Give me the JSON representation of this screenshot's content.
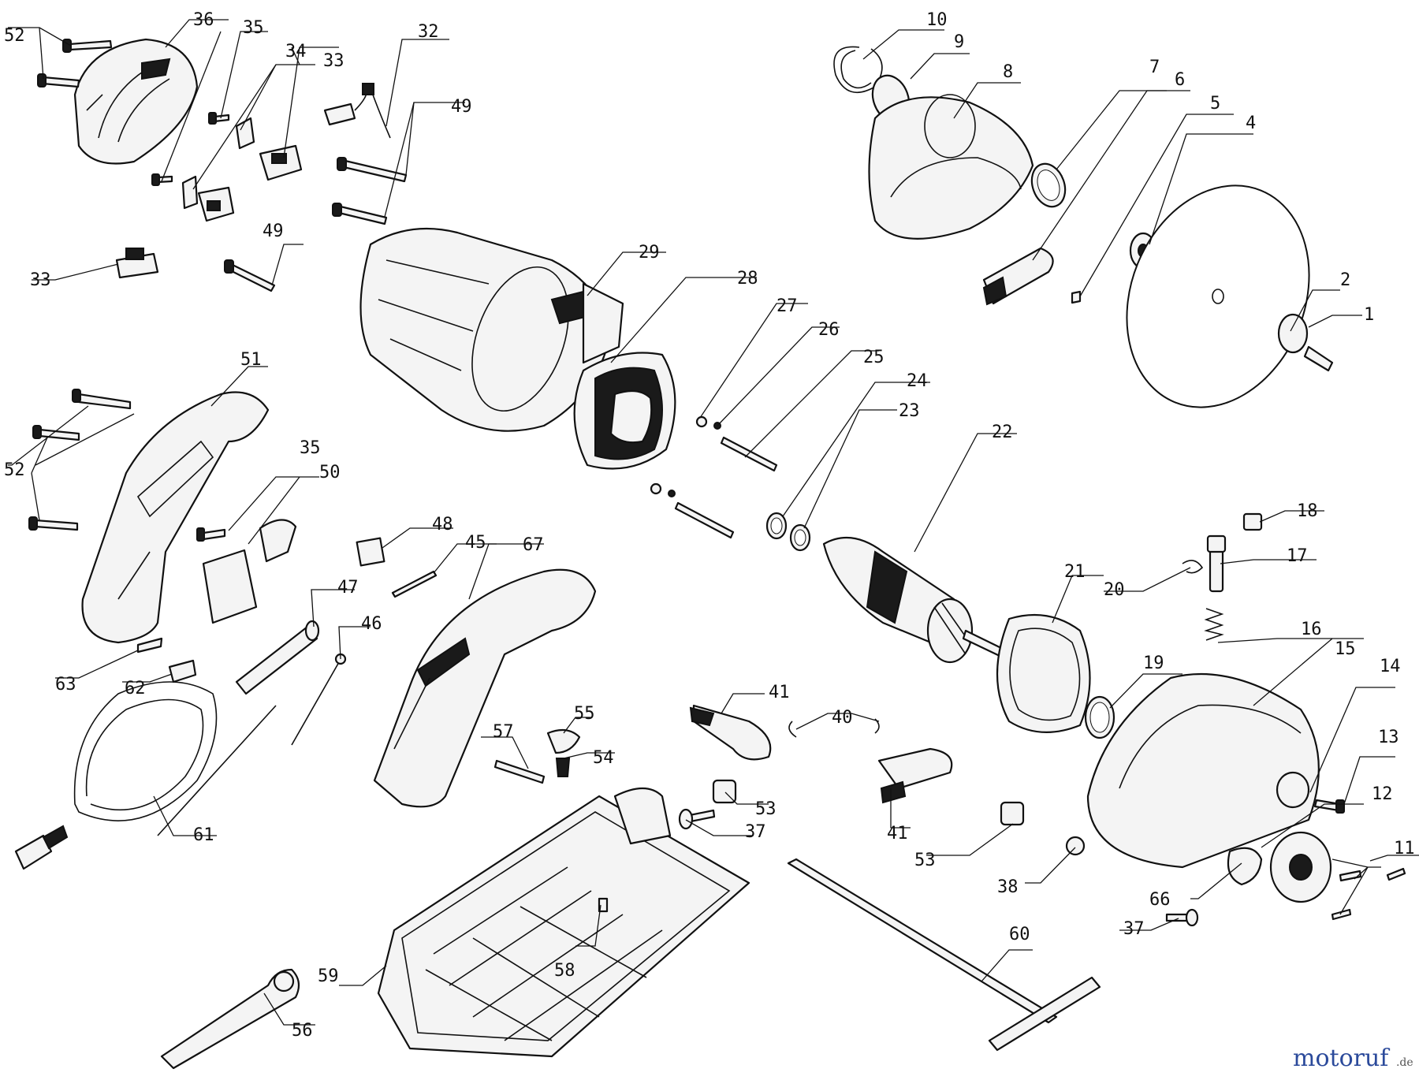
{
  "callouts": [
    {
      "id": "c1",
      "text": "1"
    },
    {
      "id": "c2",
      "text": "2"
    },
    {
      "id": "c4",
      "text": "4"
    },
    {
      "id": "c5",
      "text": "5"
    },
    {
      "id": "c6",
      "text": "6"
    },
    {
      "id": "c7",
      "text": "7"
    },
    {
      "id": "c8",
      "text": "8"
    },
    {
      "id": "c9",
      "text": "9"
    },
    {
      "id": "c10",
      "text": "10"
    },
    {
      "id": "c11",
      "text": "11"
    },
    {
      "id": "c12",
      "text": "12"
    },
    {
      "id": "c13",
      "text": "13"
    },
    {
      "id": "c14",
      "text": "14"
    },
    {
      "id": "c15",
      "text": "15"
    },
    {
      "id": "c16",
      "text": "16"
    },
    {
      "id": "c17",
      "text": "17"
    },
    {
      "id": "c18",
      "text": "18"
    },
    {
      "id": "c19",
      "text": "19"
    },
    {
      "id": "c20",
      "text": "20"
    },
    {
      "id": "c21",
      "text": "21"
    },
    {
      "id": "c22",
      "text": "22"
    },
    {
      "id": "c23",
      "text": "23"
    },
    {
      "id": "c24",
      "text": "24"
    },
    {
      "id": "c25",
      "text": "25"
    },
    {
      "id": "c26",
      "text": "26"
    },
    {
      "id": "c27",
      "text": "27"
    },
    {
      "id": "c28",
      "text": "28"
    },
    {
      "id": "c29",
      "text": "29"
    },
    {
      "id": "c32",
      "text": "32"
    },
    {
      "id": "c33a",
      "text": "33"
    },
    {
      "id": "c33b",
      "text": "33"
    },
    {
      "id": "c34",
      "text": "34"
    },
    {
      "id": "c35a",
      "text": "35"
    },
    {
      "id": "c35b",
      "text": "35"
    },
    {
      "id": "c36",
      "text": "36"
    },
    {
      "id": "c37a",
      "text": "37"
    },
    {
      "id": "c37b",
      "text": "37"
    },
    {
      "id": "c38",
      "text": "38"
    },
    {
      "id": "c40",
      "text": "40"
    },
    {
      "id": "c41a",
      "text": "41"
    },
    {
      "id": "c41b",
      "text": "41"
    },
    {
      "id": "c45",
      "text": "45"
    },
    {
      "id": "c46",
      "text": "46"
    },
    {
      "id": "c47",
      "text": "47"
    },
    {
      "id": "c48",
      "text": "48"
    },
    {
      "id": "c49a",
      "text": "49"
    },
    {
      "id": "c49b",
      "text": "49"
    },
    {
      "id": "c50",
      "text": "50"
    },
    {
      "id": "c51",
      "text": "51"
    },
    {
      "id": "c52a",
      "text": "52"
    },
    {
      "id": "c52b",
      "text": "52"
    },
    {
      "id": "c53a",
      "text": "53"
    },
    {
      "id": "c53b",
      "text": "53"
    },
    {
      "id": "c54",
      "text": "54"
    },
    {
      "id": "c55",
      "text": "55"
    },
    {
      "id": "c56",
      "text": "56"
    },
    {
      "id": "c57",
      "text": "57"
    },
    {
      "id": "c58",
      "text": "58"
    },
    {
      "id": "c59",
      "text": "59"
    },
    {
      "id": "c60",
      "text": "60"
    },
    {
      "id": "c61",
      "text": "61"
    },
    {
      "id": "c62",
      "text": "62"
    },
    {
      "id": "c63",
      "text": "63"
    },
    {
      "id": "c66",
      "text": "66"
    },
    {
      "id": "c67",
      "text": "67"
    }
  ],
  "watermark": {
    "brand": "motoruf",
    "suffix": ".de",
    "colors": {
      "m": "#2b4a9b",
      "o": "#e0a400",
      "t": "#2b4a9b",
      "r": "#c0262d",
      "u": "#3c8c3c",
      "f": "#2b4a9b"
    }
  }
}
